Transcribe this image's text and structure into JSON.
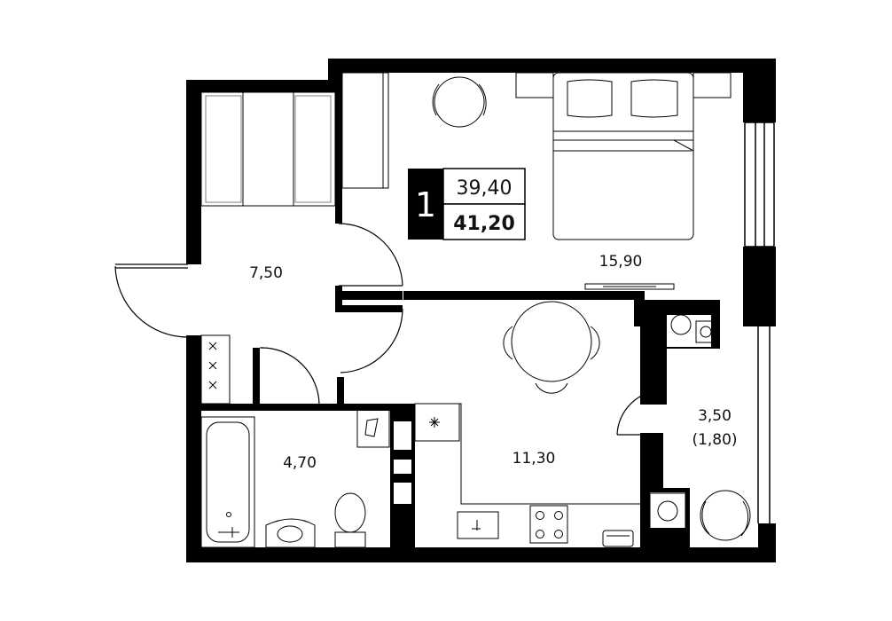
{
  "apartment": {
    "rooms_count": "1",
    "living_area": "39,40",
    "total_area": "41,20"
  },
  "rooms": {
    "hallway": "7,50",
    "bedroom": "15,90",
    "kitchen": "11,30",
    "bathroom": "4,70",
    "balcony": "3,50",
    "balcony_reduced": "(1,80)"
  }
}
